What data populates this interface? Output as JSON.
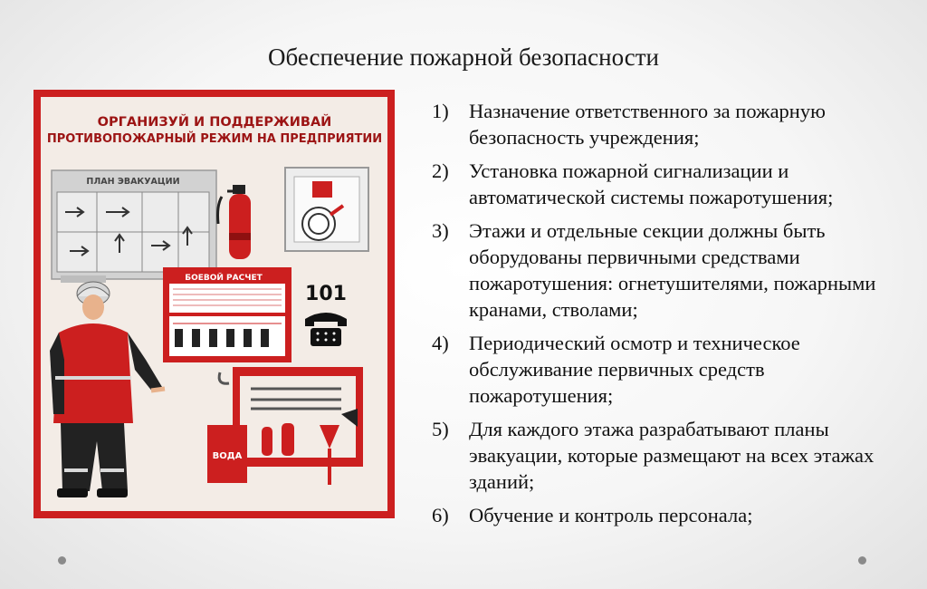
{
  "slide": {
    "title": "Обеспечение пожарной безопасности"
  },
  "poster": {
    "heading_line1": "ОРГАНИЗУЙ И ПОДДЕРЖИВАЙ",
    "heading_line2": "ПРОТИВОПОЖАРНЫЙ РЕЖИМ НА ПРЕДПРИЯТИИ",
    "plan_label": "ПЛАН ЭВАКУАЦИИ",
    "boevoy_label": "БОЕВОЙ РАСЧЕТ",
    "phone_number": "101",
    "water_label": "ВОДА",
    "colors": {
      "red": "#cc1f1f",
      "dark_red": "#9c1414",
      "panel": "#f3ece6"
    }
  },
  "items": [
    {
      "num": "1)",
      "text": "Назначение ответственного за пожарную безопасность учреждения;"
    },
    {
      "num": "2)",
      "text": "Установка пожарной сигнализации и автоматической системы пожаротушения;"
    },
    {
      "num": "3)",
      "text": "Этажи и отдельные секции должны быть оборудованы первичными средствами пожаротушения: огнетушителями, пожарными кранами, стволами;"
    },
    {
      "num": "4)",
      "text": "Периодический осмотр и техническое обслуживание первичных средств пожаротушения;"
    },
    {
      "num": "5)",
      "text": "Для каждого этажа разрабатывают планы эвакуации, которые размещают на всех этажах зданий;"
    },
    {
      "num": "6)",
      "text": "Обучение и контроль персонала;"
    }
  ]
}
